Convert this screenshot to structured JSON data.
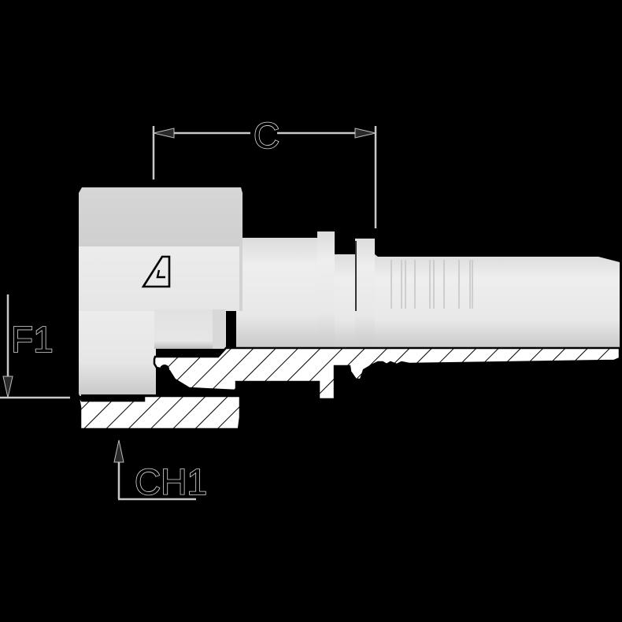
{
  "drawing": {
    "title": "Hose fitting technical drawing (female swivel nut, hose tail)",
    "background_color": "#000000",
    "body_color": "#e6e6e6",
    "dimensions": {
      "c": {
        "label": "C"
      },
      "f1": {
        "label": "F1"
      },
      "ch1": {
        "label": "CH1"
      }
    },
    "logo": {
      "icon": "trapezoid-brand-icon"
    },
    "section": {
      "hatch": "diagonal",
      "hatch_color": "#000000"
    }
  }
}
